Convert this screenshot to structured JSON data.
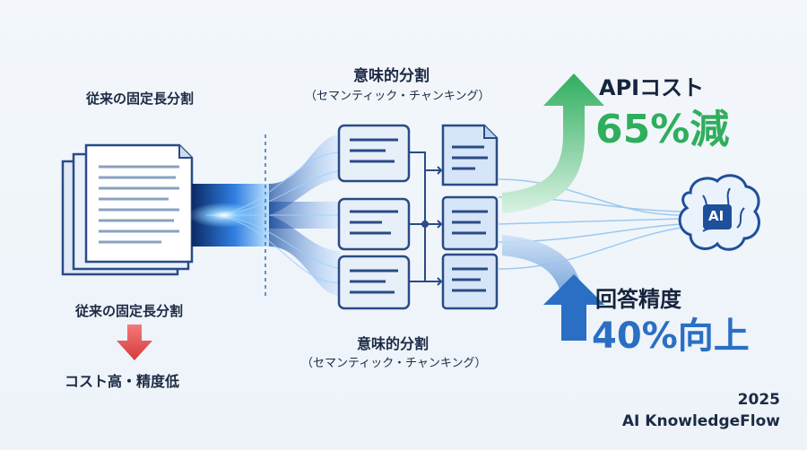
{
  "left": {
    "title_top": "従来の固定長分割",
    "title_bottom": "従来の固定長分割",
    "result": "コスト高・精度低"
  },
  "middle": {
    "title": "意味的分割",
    "subtitle": "（セマンティック・チャンキング）",
    "title_bottom": "意味的分割",
    "subtitle_bottom": "（セマンティック・チャンキング）"
  },
  "right": {
    "cost_label": "APIコスト",
    "cost_value": "65%減",
    "accuracy_label": "回答精度",
    "accuracy_value": "40%向上",
    "brain_label": "AI"
  },
  "footer": {
    "year": "2025",
    "brand": "AI KnowledgeFlow"
  },
  "colors": {
    "green": "#2fae5e",
    "blue": "#2a6fc4",
    "red": "#e04848",
    "navy": "#1c2a44"
  }
}
